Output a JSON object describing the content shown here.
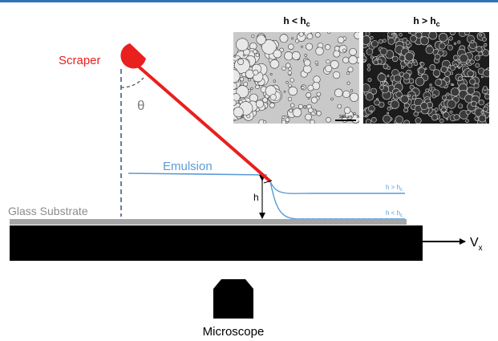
{
  "figure": {
    "scraper_label": "Scraper",
    "angle_label": "θ",
    "emulsion_label": "Emulsion",
    "gap_label": "h",
    "substrate_label": "Glass Substrate",
    "microscope_label": "Microscope",
    "velocity_label": {
      "main": "V",
      "sub": "x"
    },
    "curve_label_thick": {
      "main": "h > h",
      "sub": "c"
    },
    "curve_label_thin": {
      "main": "h < h",
      "sub": "c"
    },
    "panel_left_title": {
      "main": "h < h",
      "sub": "c"
    },
    "panel_right_title": {
      "main": "h > h",
      "sub": "c"
    },
    "scale_bar_label": "100 µm"
  },
  "colors": {
    "top_rule": "#2E74B5",
    "scraper": "#E8201E",
    "emulsion": "#5B9BD5",
    "substrate": "#A6A6A6",
    "stage": "#000000",
    "guide": "#1F3864",
    "angle_text": "#7F7F7F",
    "substrate_text": "#8C8C8C"
  }
}
